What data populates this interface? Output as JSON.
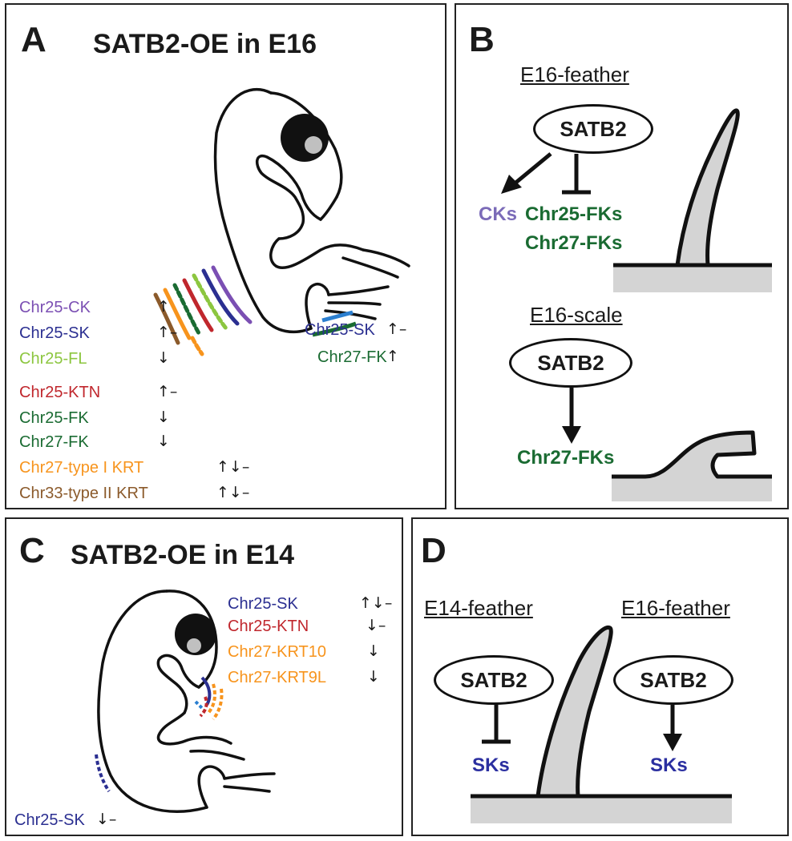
{
  "panels": {
    "a": {
      "label": "A",
      "title": "SATB2-OE in E16",
      "genes": [
        {
          "name": "Chr25-CK",
          "color": "#7b4fb3",
          "arrows": "↑"
        },
        {
          "name": "Chr25-SK",
          "color": "#2b2f91",
          "arrows": "↑–"
        },
        {
          "name": "Chr25-FL",
          "color": "#8cc63f",
          "arrows": "↓"
        },
        {
          "name": "Chr25-KTN",
          "color": "#c0272d",
          "arrows": "↑–"
        },
        {
          "name": "Chr25-FK",
          "color": "#1a6b32",
          "arrows": "↓"
        },
        {
          "name": "Chr27-FK",
          "color": "#1a6b32",
          "arrows": "↓"
        },
        {
          "name": "Chr27-type I KRT",
          "color": "#f7941d",
          "arrows": "↑↓–"
        },
        {
          "name": "Chr33-type II KRT",
          "color": "#8b5a2b",
          "arrows": "↑↓–"
        }
      ],
      "foot_genes": [
        {
          "name": "Chr25-SK",
          "color": "#2b2f91",
          "arrows": "↑–"
        },
        {
          "name": "Chr27-FK",
          "color": "#1a6b32",
          "arrows": "↑"
        }
      ]
    },
    "b": {
      "label": "B",
      "feather_heading": "E16-feather",
      "feather_oval": "SATB2",
      "cks": "CKs",
      "fks1": "Chr25-FKs",
      "fks2": "Chr27-FKs",
      "scale_heading": "E16-scale",
      "scale_oval": "SATB2",
      "scale_target": "Chr27-FKs"
    },
    "c": {
      "label": "C",
      "title": "SATB2-OE in E14",
      "genes": [
        {
          "name": "Chr25-SK",
          "color": "#2b2f91",
          "arrows": "↑↓–"
        },
        {
          "name": "Chr25-KTN",
          "color": "#c0272d",
          "arrows": "↓–"
        },
        {
          "name": "Chr27-KRT10",
          "color": "#f7941d",
          "arrows": "↓"
        },
        {
          "name": "Chr27-KRT9L",
          "color": "#f7941d",
          "arrows": "↓"
        }
      ],
      "back_gene": {
        "name": "Chr25-SK",
        "color": "#2b2f91",
        "arrows": "↓–"
      }
    },
    "d": {
      "label": "D",
      "left_heading": "E14-feather",
      "right_heading": "E16-feather",
      "left_oval": "SATB2",
      "right_oval": "SATB2",
      "left_target": "SKs",
      "right_target": "SKs"
    }
  },
  "colors": {
    "green_bold": "#1a6b32",
    "purple_bold": "#7b6bb8",
    "blue_bold": "#2b2fa0",
    "skin_gray": "#d4d4d4"
  }
}
